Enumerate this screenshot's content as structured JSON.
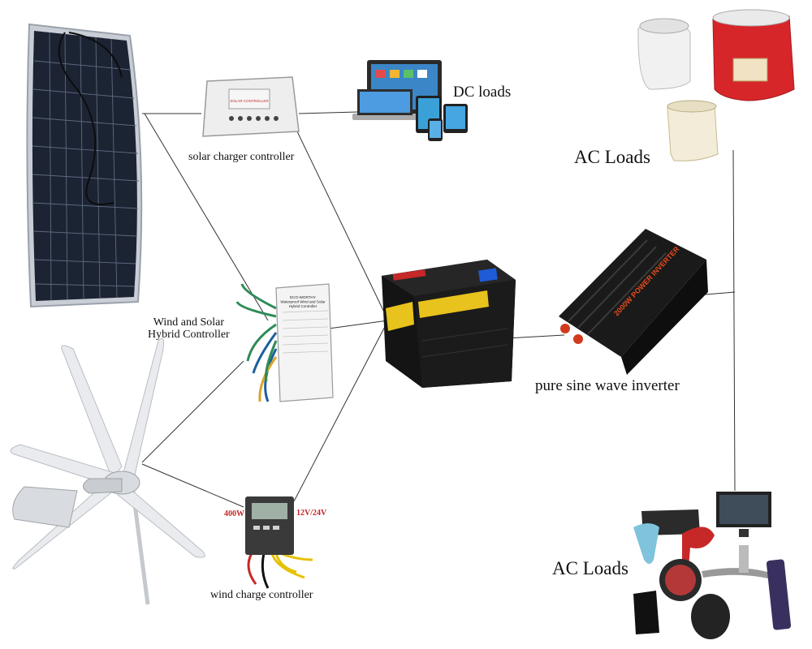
{
  "labels": {
    "solar_charger_controller": "solar charger controller",
    "dc_loads": "DC loads",
    "ac_loads_top": "AC Loads",
    "wind_solar_hybrid_controller": "Wind and Solar\nHybrid Controller",
    "pure_sine_wave_inverter": "pure sine wave inverter",
    "wind_charge_controller": "wind charge controller",
    "ac_loads_bottom": "AC Loads",
    "turbine_power": "400W",
    "controller_voltage": "12V/24V"
  },
  "device_text": {
    "solar_controller_face": "SOLAR CONTROLLER",
    "hybrid_controller_face": "ECO-WORTHY\nWaterproof Wind and Solar\nHybrid Controller",
    "inverter_face": "2000W POWER INVERTER"
  },
  "colors": {
    "line": "#333333",
    "panel_cell": "#1c2433",
    "panel_frame": "#c9ced6",
    "turbine": "#e9ebee",
    "battery": "#141414",
    "battery_label": "#e8c21d",
    "inverter": "#1a1a1a",
    "inverter_accent": "#d23a1e",
    "wire_green": "#2e8b57",
    "wire_yellow": "#e5c100"
  }
}
